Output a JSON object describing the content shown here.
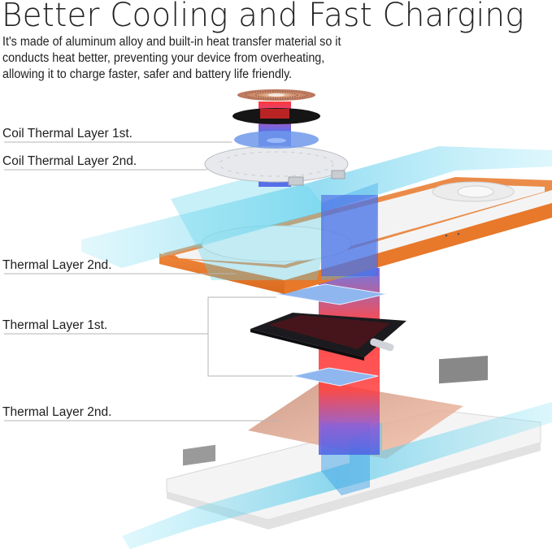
{
  "header": {
    "title": "Better Cooling and Fast Charging",
    "description_lines": [
      "It's made of aluminum alloy and built-in heat transfer material so it",
      "conducts heat better, preventing your device from overheating,",
      "allowing it to charge faster, safer and battery life friendly."
    ]
  },
  "callouts": [
    {
      "label": "Coil Thermal Layer 1st."
    },
    {
      "label": "Coil Thermal Layer 2nd."
    },
    {
      "label": "Thermal Layer 2nd."
    },
    {
      "label": "Thermal Layer 1st."
    },
    {
      "label": "Thermal Layer 2nd."
    }
  ],
  "illustration": {
    "subject": "exploded-view-wireless-charging-stand",
    "components": [
      "copper-coil",
      "black-shield-disc",
      "blue-thermal-disc",
      "metal-bracket-plate",
      "orange-aluminum-top-panel",
      "blue-thermal-pad-upper",
      "circuit-board",
      "blue-thermal-pad-lower",
      "copper-thermal-sheet",
      "white-base-housing"
    ],
    "colors": {
      "heat_red": "#ff2a2a",
      "cool_blue": "#4a63e6",
      "airflow_cyan": "#5fd3ec",
      "aluminum_orange": "#e8782a",
      "copper_sheet": "#f1b49a",
      "thermal_pad": "#8fb6ee"
    }
  }
}
